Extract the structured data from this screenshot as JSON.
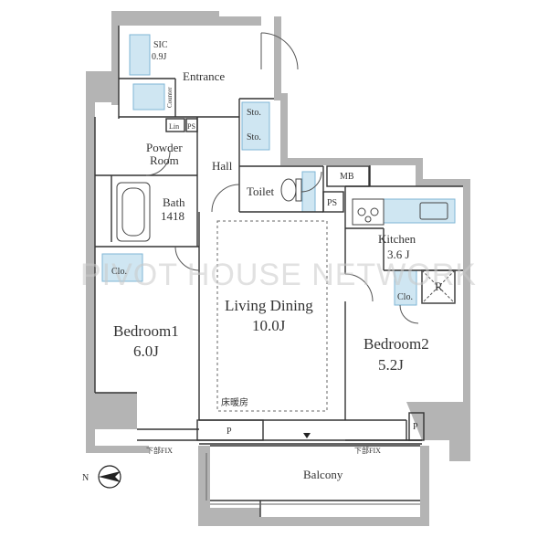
{
  "rooms": {
    "sic": "SIC",
    "sic_size": "0.9J",
    "entrance": "Entrance",
    "counter": "Counter",
    "lin": "Lin",
    "ps_entrance": "PS",
    "powder": "Powder",
    "powder2": "Room",
    "hall": "Hall",
    "sto1": "Sto.",
    "sto2": "Sto.",
    "toilet": "Toilet",
    "mb": "MB",
    "ps_kitchen": "PS",
    "bath": "Bath",
    "bath_size": "1418",
    "kitchen": "Kitchen",
    "kitchen_size": "3.6 J",
    "fridge": "R",
    "clo1": "Clo.",
    "clo2": "Clo.",
    "bedroom1": "Bedroom1",
    "bedroom1_size": "6.0J",
    "living": "Living Dining",
    "living_size": "10.0J",
    "floor_heating": "床暖房",
    "bedroom2": "Bedroom2",
    "bedroom2_size": "5.2J",
    "p_living": "P",
    "p_bedroom2": "P",
    "fix1": "下部FIX",
    "fix2": "下部FIX",
    "balcony": "Balcony"
  },
  "compass": "N",
  "watermark": "PIVOT HOUSE NETWORK",
  "colors": {
    "wall": "#b4b4b4",
    "line": "#333333",
    "storage": "#cfe6f2",
    "storage_edge": "#7fb6d6"
  }
}
